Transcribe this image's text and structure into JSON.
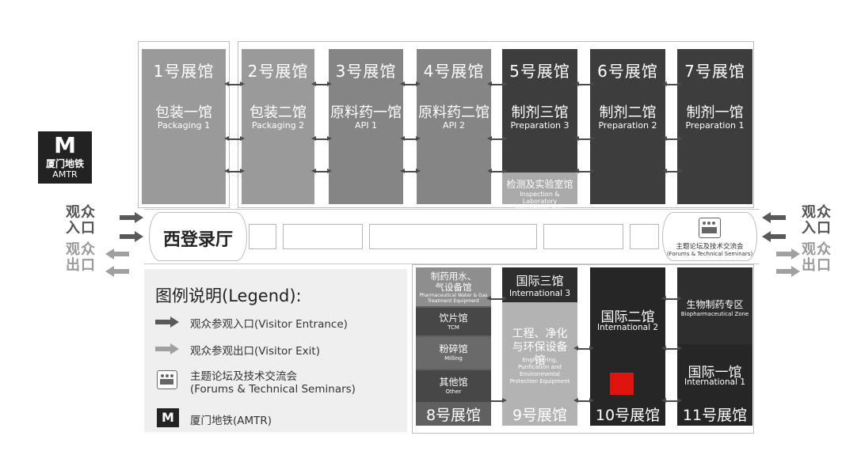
{
  "metro": {
    "cn": "厦门地铁",
    "en": "AMTR",
    "glyph": "M"
  },
  "left_labels": {
    "entrance": "观众\n入口",
    "exit": "观众\n出口"
  },
  "right_labels": {
    "entrance": "观众\n入口",
    "exit": "观众\n出口"
  },
  "west_hall": "西登录厅",
  "forum": {
    "cn": "主题论坛及技术交流会",
    "en": "(Forums & Technical Seminars)"
  },
  "top_halls": [
    {
      "num": "1号展馆",
      "cn": "包装一馆",
      "en": "Packaging 1"
    },
    {
      "num": "2号展馆",
      "cn": "包装二馆",
      "en": "Packaging 2"
    },
    {
      "num": "3号展馆",
      "cn": "原料药一馆",
      "en": "API 1"
    },
    {
      "num": "4号展馆",
      "cn": "原料药二馆",
      "en": "API 2"
    },
    {
      "num": "5号展馆",
      "cn": "制剂三馆",
      "en": "Preparation 3"
    },
    {
      "num": "6号展馆",
      "cn": "制剂二馆",
      "en": "Preparation 2"
    },
    {
      "num": "7号展馆",
      "cn": "制剂一馆",
      "en": "Preparation 1"
    }
  ],
  "lab_hall": {
    "cn": "检测及实验室馆",
    "en": "Inspection & Laboratory Equipment Hall"
  },
  "hall8": {
    "num": "8号展馆",
    "zones": [
      {
        "cn": "制药用水、气设备馆",
        "en": "Pharmaceutical Water & Gas Treatment Equipment"
      },
      {
        "cn": "饮片馆",
        "en": "TCM"
      },
      {
        "cn": "粉碎馆",
        "en": "Milling"
      },
      {
        "cn": "其他馆",
        "en": "Other"
      }
    ]
  },
  "hall9": {
    "num": "9号展馆",
    "top": {
      "cn": "国际三馆",
      "en": "International 3"
    },
    "main": {
      "cn": "工程、净化与环保设备馆",
      "en": "Engineering, Purification and Environmental Protection Equipment"
    }
  },
  "hall10": {
    "num": "10号展馆",
    "cn": "国际二馆",
    "en": "International 2",
    "marker_color": "#e0140f"
  },
  "hall11": {
    "num": "11号展馆",
    "top": {
      "cn": "生物制药专区",
      "en": "Biopharmaceutical Zone"
    },
    "main": {
      "cn": "国际一馆",
      "en": "International 1"
    }
  },
  "legend": {
    "title": "图例说明(Legend):",
    "items": [
      {
        "label": "观众参观入口(Visitor Entrance)"
      },
      {
        "label": "观众参观出口(Visitor Exit)"
      },
      {
        "label": "主题论坛及技术交流会",
        "label2": "(Forums & Technical Seminars)"
      },
      {
        "label": "厦门地铁(AMTR)"
      }
    ]
  }
}
